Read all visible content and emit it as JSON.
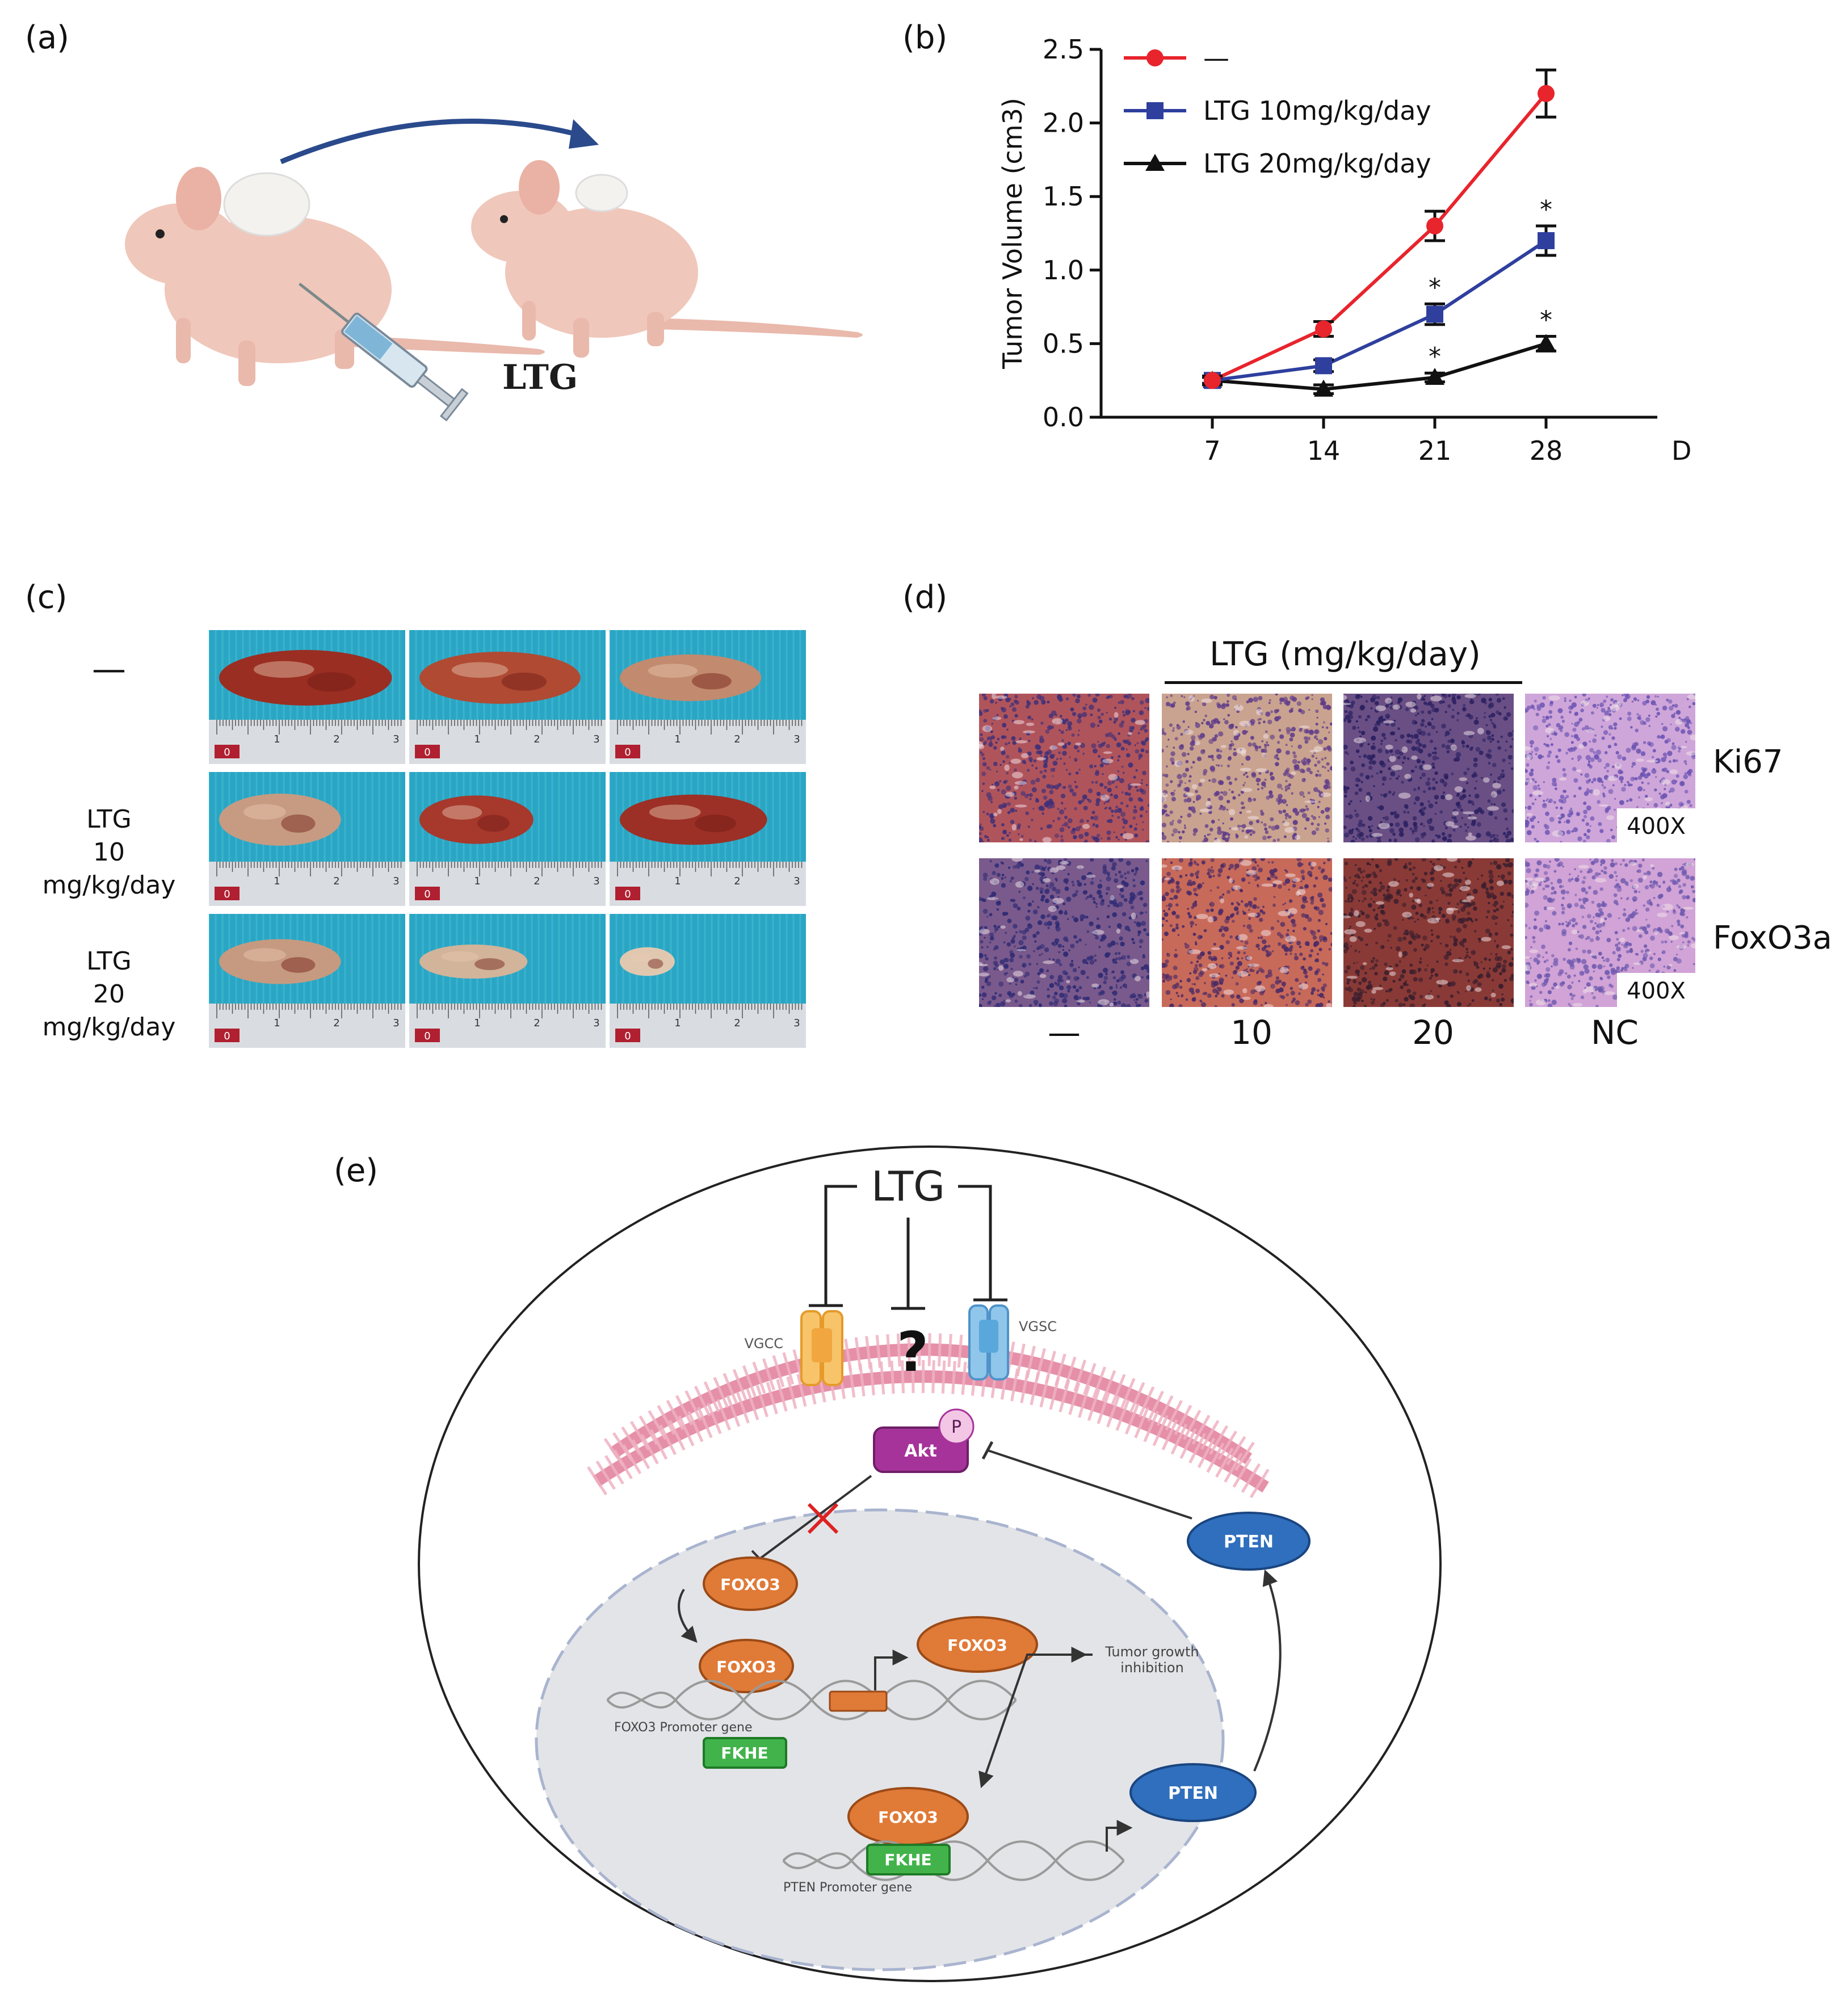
{
  "panels": {
    "a": {
      "label": "(a)",
      "drug_label": "LTG"
    },
    "b": {
      "label": "(b)",
      "chart_data": {
        "type": "line",
        "x": [
          7,
          14,
          21,
          28
        ],
        "xlabel": "Days",
        "ylabel": "Tumor Volume (cm3)",
        "ylim": [
          0,
          2.5
        ],
        "yticks": [
          "0.0",
          "0.5",
          "1.0",
          "1.5",
          "2.0",
          "2.5"
        ],
        "xticks": [
          "7",
          "14",
          "21",
          "28"
        ],
        "legend_position": "top-left",
        "significance_marker": "*",
        "series": [
          {
            "name": "—",
            "color": "#e8242c",
            "marker": "circle",
            "values": [
              0.25,
              0.6,
              1.3,
              2.2
            ],
            "errors": [
              0.03,
              0.05,
              0.1,
              0.16
            ],
            "sig": [
              false,
              false,
              false,
              false
            ]
          },
          {
            "name": "LTG 10mg/kg/day",
            "color": "#2e3f9e",
            "marker": "square",
            "values": [
              0.25,
              0.35,
              0.7,
              1.2
            ],
            "errors": [
              0.02,
              0.04,
              0.07,
              0.1
            ],
            "sig": [
              false,
              false,
              true,
              true
            ]
          },
          {
            "name": "LTG 20mg/kg/day",
            "color": "#111111",
            "marker": "triangle",
            "values": [
              0.25,
              0.19,
              0.27,
              0.5
            ],
            "errors": [
              0.02,
              0.03,
              0.03,
              0.05
            ],
            "sig": [
              false,
              false,
              true,
              true
            ]
          }
        ]
      }
    },
    "c": {
      "label": "(c)",
      "rows": [
        {
          "line1": "—",
          "line2": ""
        },
        {
          "line1": "LTG",
          "line2": "10 mg/kg/day"
        },
        {
          "line1": "LTG",
          "line2": "20 mg/kg/day"
        }
      ],
      "ruler_digits": [
        "1",
        "2",
        "3"
      ],
      "ruler_zero": "0",
      "tumor_colors": [
        "#9a2e22",
        "#b04a33",
        "#c28a6e",
        "#c69b82",
        "#a6382c",
        "#9c3026",
        "#c69a80",
        "#d2b49a",
        "#e0c8b0"
      ]
    },
    "d": {
      "label": "(d)",
      "group_label": "LTG (mg/kg/day)",
      "stain_labels": [
        "Ki67",
        "FoxO3a"
      ],
      "magnification": "400X",
      "column_labels": [
        "—",
        "10",
        "20",
        "NC"
      ]
    },
    "e": {
      "label": "(e)",
      "drug": "LTG",
      "unknown": "?",
      "vgcc": "VGCC",
      "vgsc": "VGSC",
      "phospho": "P",
      "akt": "Akt",
      "foxo_label": "FOXO3",
      "pten": "PTEN",
      "fkhe": "FKHE",
      "foxo_promoter": "FOXO3 Promoter gene",
      "pten_promoter": "PTEN Promoter gene",
      "outcome_line1": "Tumor growth",
      "outcome_line2": "inhibition"
    }
  }
}
